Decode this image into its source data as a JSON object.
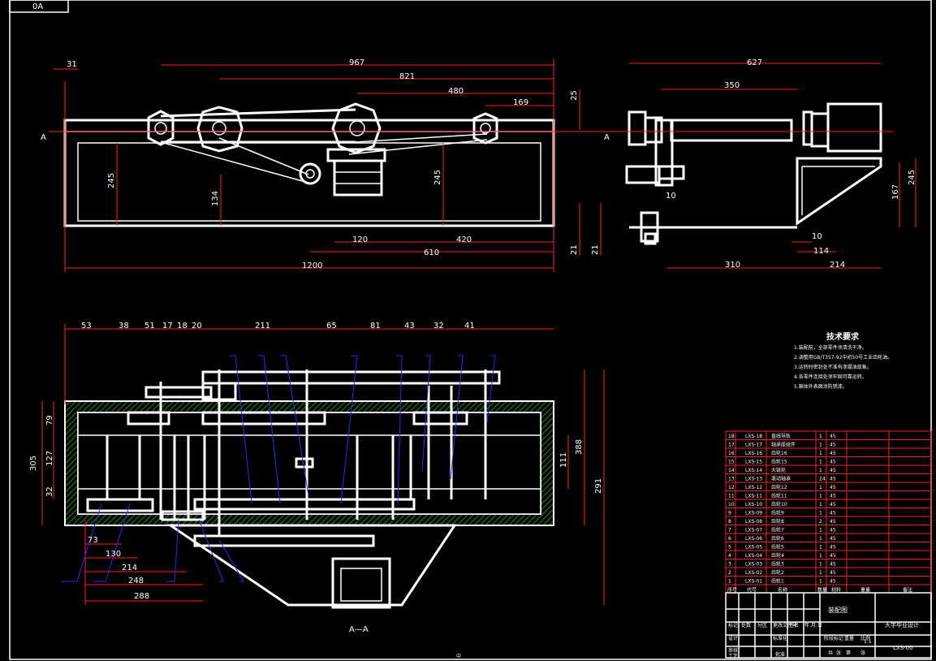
{
  "corner_tag": "0A",
  "section_marker": "A",
  "section_label": "A—A",
  "top_center_mark": "中",
  "front_view_dims": [
    "967",
    "821",
    "480",
    "169",
    "31",
    "25",
    "245",
    "134",
    "245",
    "120",
    "420",
    "610",
    "1200",
    "21",
    "21"
  ],
  "side_view_dims": [
    "627",
    "350",
    "245",
    "167",
    "10",
    "10",
    "114",
    "310",
    "214",
    "21"
  ],
  "section_view_dims_top": [
    "53",
    "38",
    "51",
    "17",
    "18",
    "20",
    "211",
    "65",
    "81",
    "43",
    "32",
    "41"
  ],
  "section_view_dims_side": [
    "79",
    "127",
    "305",
    "32",
    "111",
    "388",
    "291"
  ],
  "section_view_dims_bottom": [
    "73",
    "130",
    "214",
    "248",
    "288"
  ],
  "tech_requirements": {
    "title": "技术要求",
    "lines": [
      "1.装配前，全部零件须清洗干净。",
      "2.调整用GB/T357-92中初50号工业齿轮油。",
      "3.运转时密封处不准有渗漏油现象。",
      "4.各零件连接处须牢固可靠运转。",
      "5.箱体外表面涂防锈漆。"
    ]
  },
  "parts_list": [
    {
      "no": "18",
      "code": "LXS-18",
      "name": "直线导轨",
      "qty": "1",
      "mat": "45"
    },
    {
      "no": "17",
      "code": "LXS-17",
      "name": "轴承座组件",
      "qty": "1",
      "mat": "45"
    },
    {
      "no": "16",
      "code": "LXS-16",
      "name": "齿轮16",
      "qty": "1",
      "mat": "45"
    },
    {
      "no": "15",
      "code": "LXS-15",
      "name": "齿轮15",
      "qty": "1",
      "mat": "45"
    },
    {
      "no": "14",
      "code": "LXS-14",
      "name": "大链轮",
      "qty": "1",
      "mat": "45"
    },
    {
      "no": "13",
      "code": "LXS-13",
      "name": "滚动轴承",
      "qty": "24",
      "mat": "45"
    },
    {
      "no": "12",
      "code": "LXS-12",
      "name": "齿轮12",
      "qty": "1",
      "mat": "45"
    },
    {
      "no": "11",
      "code": "LXS-11",
      "name": "齿轮11",
      "qty": "1",
      "mat": "45"
    },
    {
      "no": "10",
      "code": "LXS-10",
      "name": "齿轮10",
      "qty": "1",
      "mat": "45"
    },
    {
      "no": "9",
      "code": "LXS-09",
      "name": "齿轮9",
      "qty": "1",
      "mat": "45"
    },
    {
      "no": "8",
      "code": "LXS-08",
      "name": "齿轮8",
      "qty": "2",
      "mat": "45"
    },
    {
      "no": "7",
      "code": "LXS-07",
      "name": "齿轮7",
      "qty": "1",
      "mat": "45"
    },
    {
      "no": "6",
      "code": "LXS-06",
      "name": "齿轮6",
      "qty": "1",
      "mat": "45"
    },
    {
      "no": "5",
      "code": "LXS-05",
      "name": "齿轮5",
      "qty": "1",
      "mat": "45"
    },
    {
      "no": "4",
      "code": "LXS-04",
      "name": "齿轮4",
      "qty": "1",
      "mat": "45"
    },
    {
      "no": "3",
      "code": "LXS-03",
      "name": "齿轮3",
      "qty": "1",
      "mat": "45"
    },
    {
      "no": "2",
      "code": "LXS-02",
      "name": "齿轮2",
      "qty": "1",
      "mat": "45"
    },
    {
      "no": "1",
      "code": "LXS-01",
      "name": "齿轮1",
      "qty": "1",
      "mat": "45"
    }
  ],
  "parts_header": [
    "序号",
    "代号",
    "名称",
    "数量",
    "材料",
    "重量",
    "备注"
  ],
  "title_block": {
    "drawing_name": "装配图",
    "subtitle": "大学毕业设计",
    "drawing_no": "LXS-00",
    "scale": "1:1",
    "labels": [
      "标记",
      "处数",
      "分区",
      "更改文件号",
      "签名",
      "年.月.日",
      "设计",
      "标准化",
      "阶段标记",
      "重量",
      "比例",
      "审核",
      "工艺",
      "批准",
      "共",
      "张",
      "第",
      "张"
    ]
  },
  "colors": {
    "background": "#000000",
    "outline": "#ffffff",
    "dimension": "#ff2020",
    "leader": "#2a2aff",
    "hatch": "#1e8a1e"
  }
}
